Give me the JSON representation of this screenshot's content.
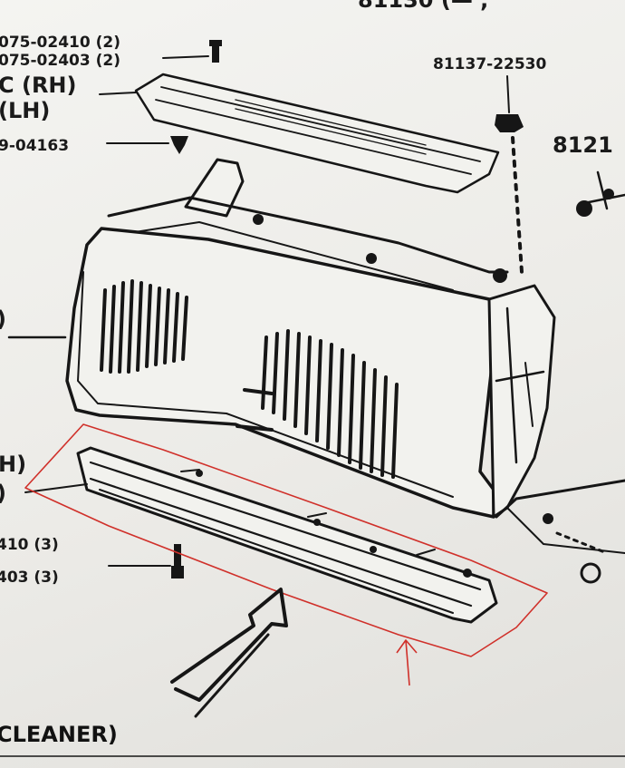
{
  "labels": {
    "top_partial": "81130 (— ,",
    "pn_bolt_a": "075-02410 (2)",
    "pn_bolt_b": "075-02403 (2)",
    "rh": "C (RH)",
    "lh": "(LH)",
    "pn_clip": "9-04163",
    "pn_nut": "81137-22530",
    "pn_right": "8121",
    "side_h_top": "H)",
    "pn_low_a": "410 (3)",
    "pn_low_b": "403 (3)",
    "cleaner": "CLEANER)"
  },
  "colors": {
    "ink": "#161616",
    "annotation": "#d0302a",
    "paper": "#f2f2ee"
  },
  "icons": [
    "bolt-icon",
    "clip-icon",
    "nut-icon",
    "arrow-icon"
  ]
}
